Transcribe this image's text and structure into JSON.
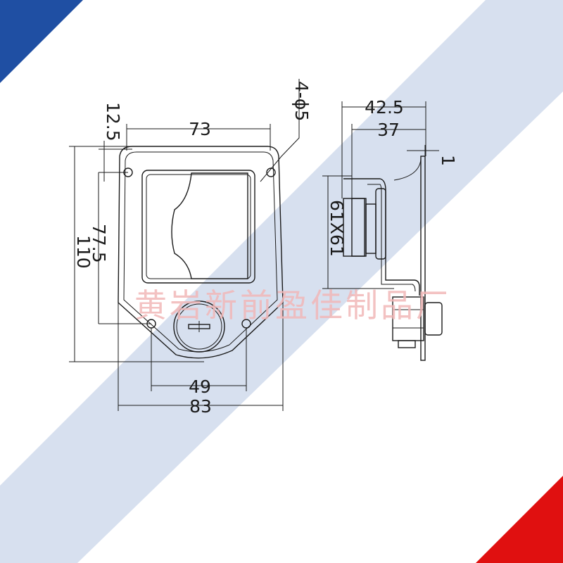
{
  "colors": {
    "corner_top_left": "#1f4fa3",
    "corner_bottom_right": "#e01010",
    "diagonal_band": "#c9d6ea",
    "line": "#1a1a1a",
    "watermark": "#f2b8b8"
  },
  "front_view": {
    "dim_top_width": "73",
    "dim_hole_offset": "12.5",
    "dim_holes": "4-ϕ5",
    "dim_height_total": "110",
    "dim_hole_spacing_vertical": "77.5",
    "dim_bottom_hole_spacing": "49",
    "dim_overall_width": "83"
  },
  "side_view": {
    "dim_depth_outer": "42.5",
    "dim_depth_inner": "37",
    "dim_plate_thickness": "1",
    "dim_cutout": "61X61"
  },
  "watermark_text": "黄岩新前盈佳制品厂"
}
